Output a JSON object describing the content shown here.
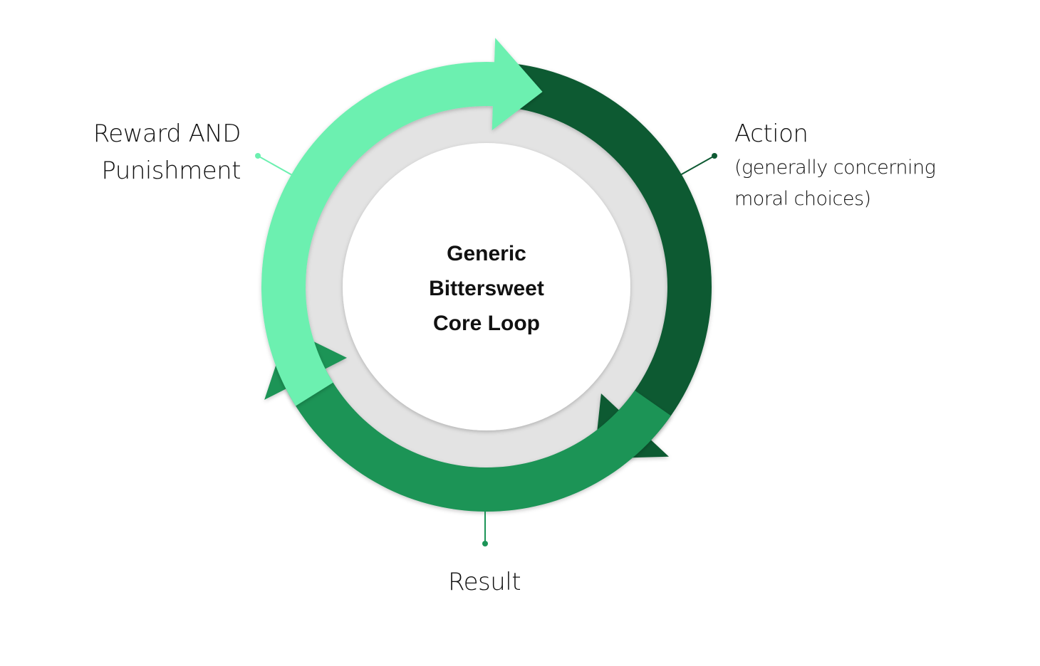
{
  "diagram": {
    "title_lines": [
      "Generic",
      "Bittersweet",
      "Core Loop"
    ],
    "stages": [
      {
        "id": "action",
        "title": "Action",
        "subtitle_lines": [
          "(generally concerning",
          "moral choices)"
        ],
        "color": "#0e5a33"
      },
      {
        "id": "result",
        "title": "Result",
        "subtitle_lines": [],
        "color": "#1c9457"
      },
      {
        "id": "reward",
        "title_lines": [
          "Reward AND",
          "Punishment"
        ],
        "color": "#6cf0b0"
      }
    ],
    "ring_color": "#e3e3e3",
    "center_color": "#ffffff",
    "direction": "clockwise"
  }
}
